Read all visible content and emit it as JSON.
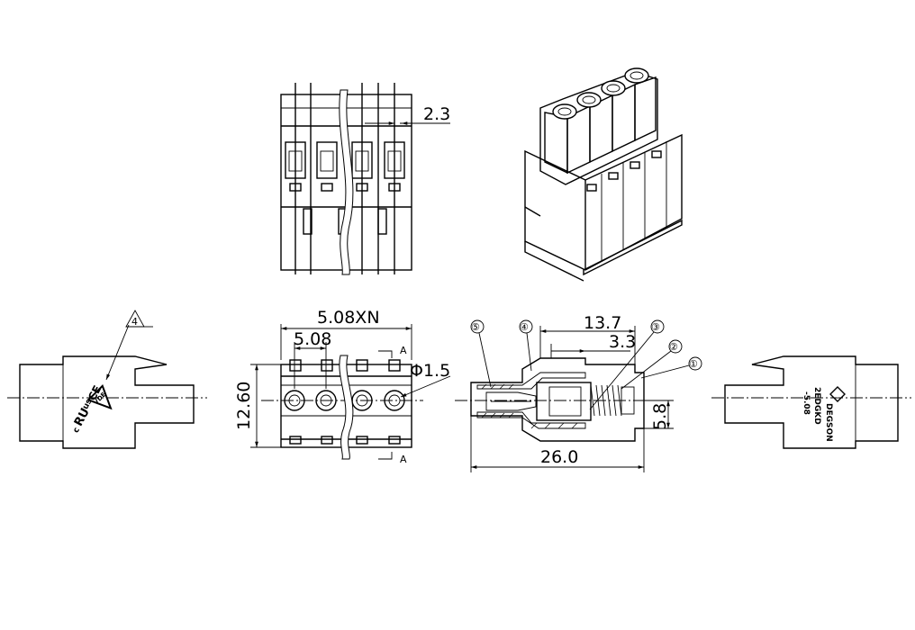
{
  "dimensions": {
    "top_gap": "2.3",
    "pitch_total": "5.08XN",
    "pitch": "5.08",
    "height": "12.60",
    "hole_diameter": "Φ1.5",
    "depth_upper": "13.7",
    "depth_inner": "3.3",
    "total_length": "26.0",
    "center_offset": "5.8"
  },
  "section_marker": "A",
  "warning_number": "4",
  "callouts": [
    "①",
    "②",
    "③",
    "④",
    "⑤"
  ],
  "markings_left": {
    "ul_prefix": "c",
    "ul_mark": "RU",
    "ul_suffix": "us",
    "ce": "CE",
    "vde": "VDE"
  },
  "markings_right": {
    "brand": "DEGSON",
    "model": "2EDGKD",
    "pitch": "-5.08"
  },
  "icons": [
    "warning-triangle-icon",
    "degson-logo-icon",
    "ul-mark-icon",
    "ce-mark-icon",
    "vde-mark-icon"
  ]
}
